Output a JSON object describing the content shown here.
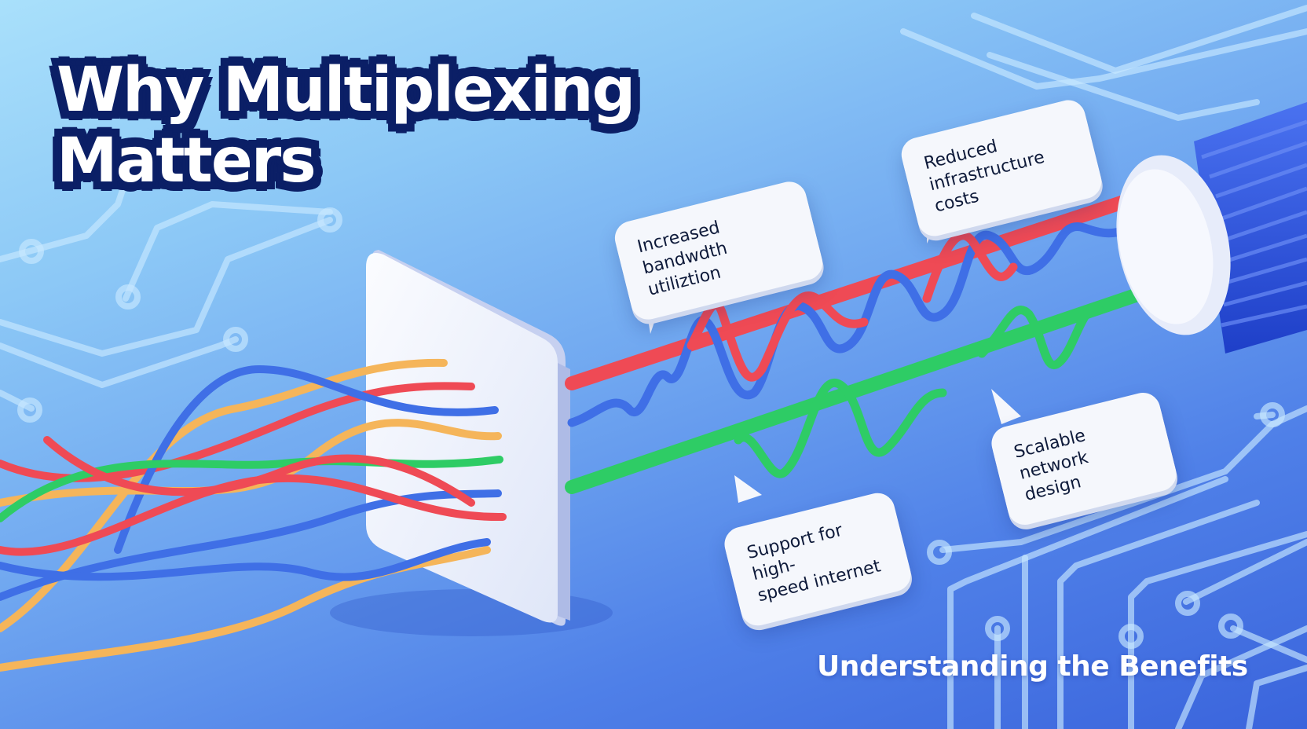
{
  "title": {
    "line1": "Why Multiplexing",
    "line2": "Matters"
  },
  "subtitle": "Understanding the Benefits",
  "callouts": [
    {
      "id": "bandwidth",
      "line1": "Increased",
      "line2": "bandwdth utiliztion"
    },
    {
      "id": "costs",
      "line1": "Reduced",
      "line2": "infrastructure costs"
    },
    {
      "id": "speed",
      "line1": "Support for high-",
      "line2": "speed internet"
    },
    {
      "id": "scalable",
      "line1": "Scalable",
      "line2": "network design"
    }
  ],
  "colors": {
    "title_outline": "#0b1f66",
    "signal_red": "#ef4a55",
    "signal_blue": "#3f6fe6",
    "signal_green": "#2ecc65",
    "signal_orange": "#f5b55a",
    "cable_blue": "#2f55e0",
    "circuit_line": "#c8e8ff"
  },
  "illustration": {
    "input_signals": [
      "orange",
      "red",
      "blue",
      "orange",
      "green",
      "blue",
      "red",
      "orange"
    ],
    "multiplexer": "white panel",
    "output_channels": [
      "red",
      "blue",
      "green"
    ],
    "destination": "fiber-optic cable"
  }
}
